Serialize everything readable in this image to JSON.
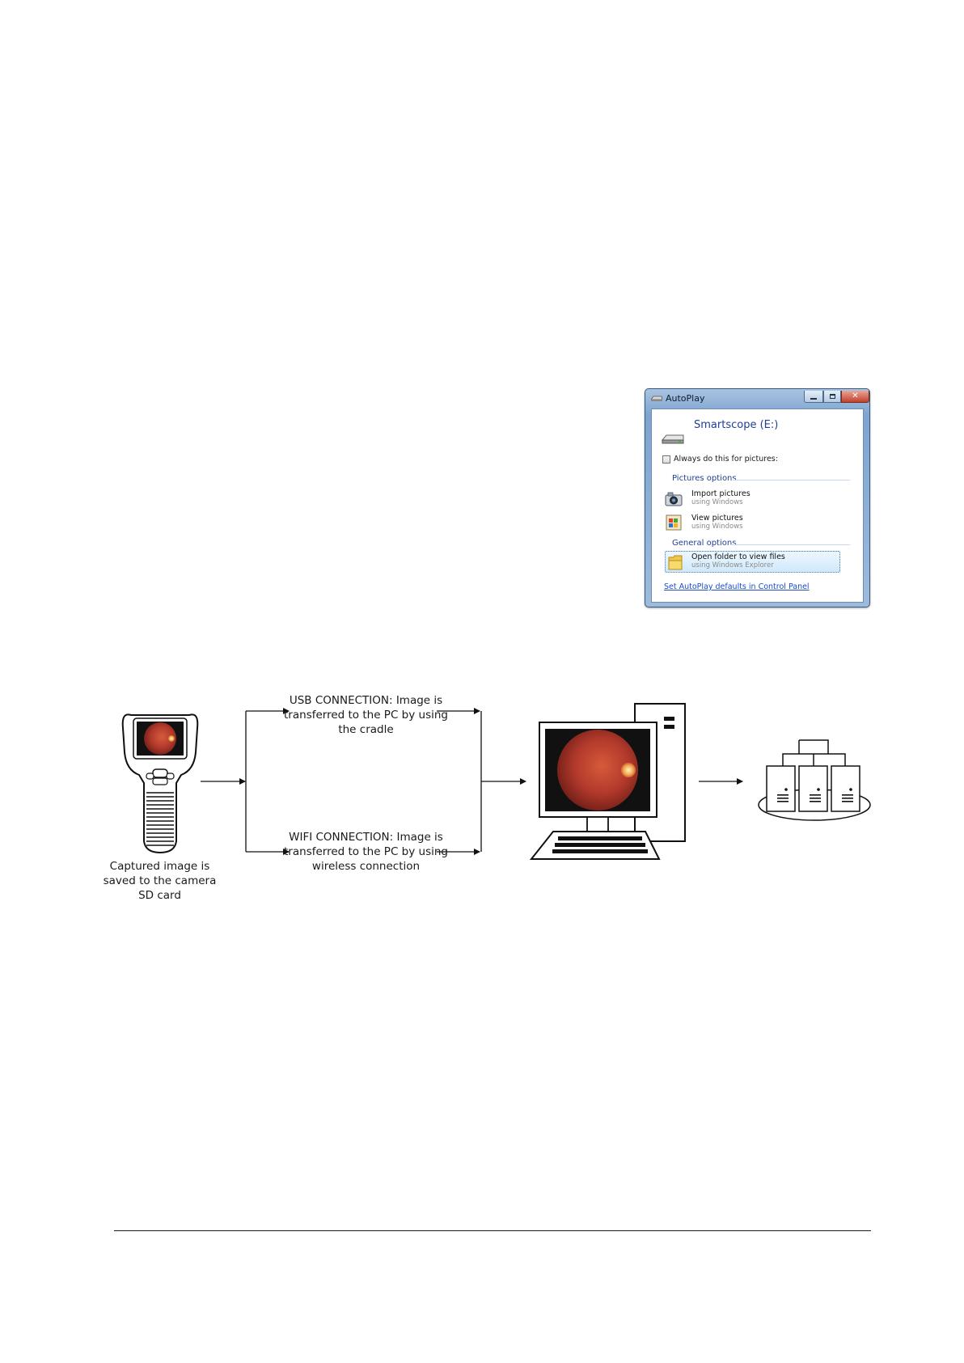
{
  "autoplay_window": {
    "title": "AutoPlay",
    "drive_name": "Smartscope (E:)",
    "always_label": "Always do this for pictures:",
    "always_checked": false,
    "pictures_section": "Pictures options",
    "import_title": "Import pictures",
    "import_sub": "using Windows",
    "view_title": "View pictures",
    "view_sub": "using Windows",
    "general_section": "General options",
    "open_title": "Open folder to view files",
    "open_sub": "using Windows Explorer",
    "defaults_link": "Set AutoPlay defaults in Control Panel"
  },
  "flow": {
    "camera_label": "Captured image is saved to the camera SD card",
    "usb_label": "USB CONNECTION: Image is transferred to the PC by using the cradle",
    "wifi_label": "WIFI CONNECTION: Image is transferred to the PC by using wireless connection"
  },
  "colors": {
    "retina": "#b33a2c",
    "link": "#1a4cc4",
    "window_frame": "#7ea4cf"
  }
}
